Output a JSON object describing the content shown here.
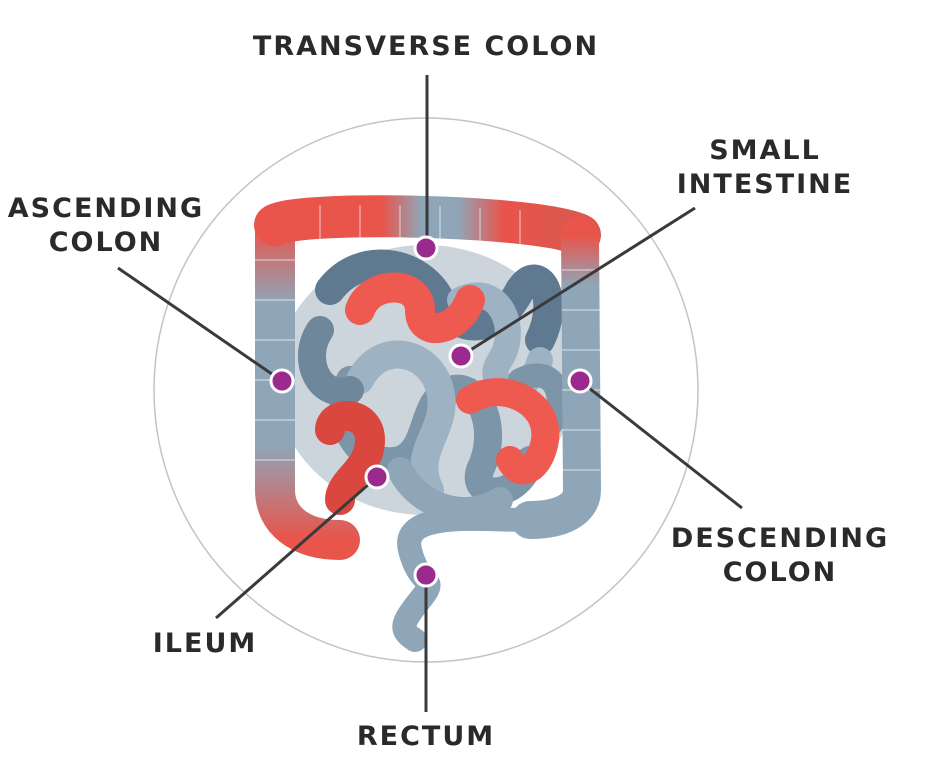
{
  "labels": {
    "transverse_colon": "TRANSVERSE COLON",
    "small_intestine": [
      "SMALL",
      "INTESTINE"
    ],
    "ascending_colon": [
      "ASCENDING",
      "COLON"
    ],
    "descending_colon": [
      "DESCENDING",
      "COLON"
    ],
    "ileum": "ILEUM",
    "rectum": "RECTUM"
  },
  "colors": {
    "text": "#2a2a2a",
    "marker": "#9b2a8e",
    "leader_line": "#3a3a3a",
    "outline_circle": "#bdbdbd",
    "tissue_blue": "#8fa6b8",
    "tissue_blue_dark": "#5f7a90",
    "inflamed_red": "#ef5a50",
    "inflamed_red_dark": "#c93f38"
  }
}
